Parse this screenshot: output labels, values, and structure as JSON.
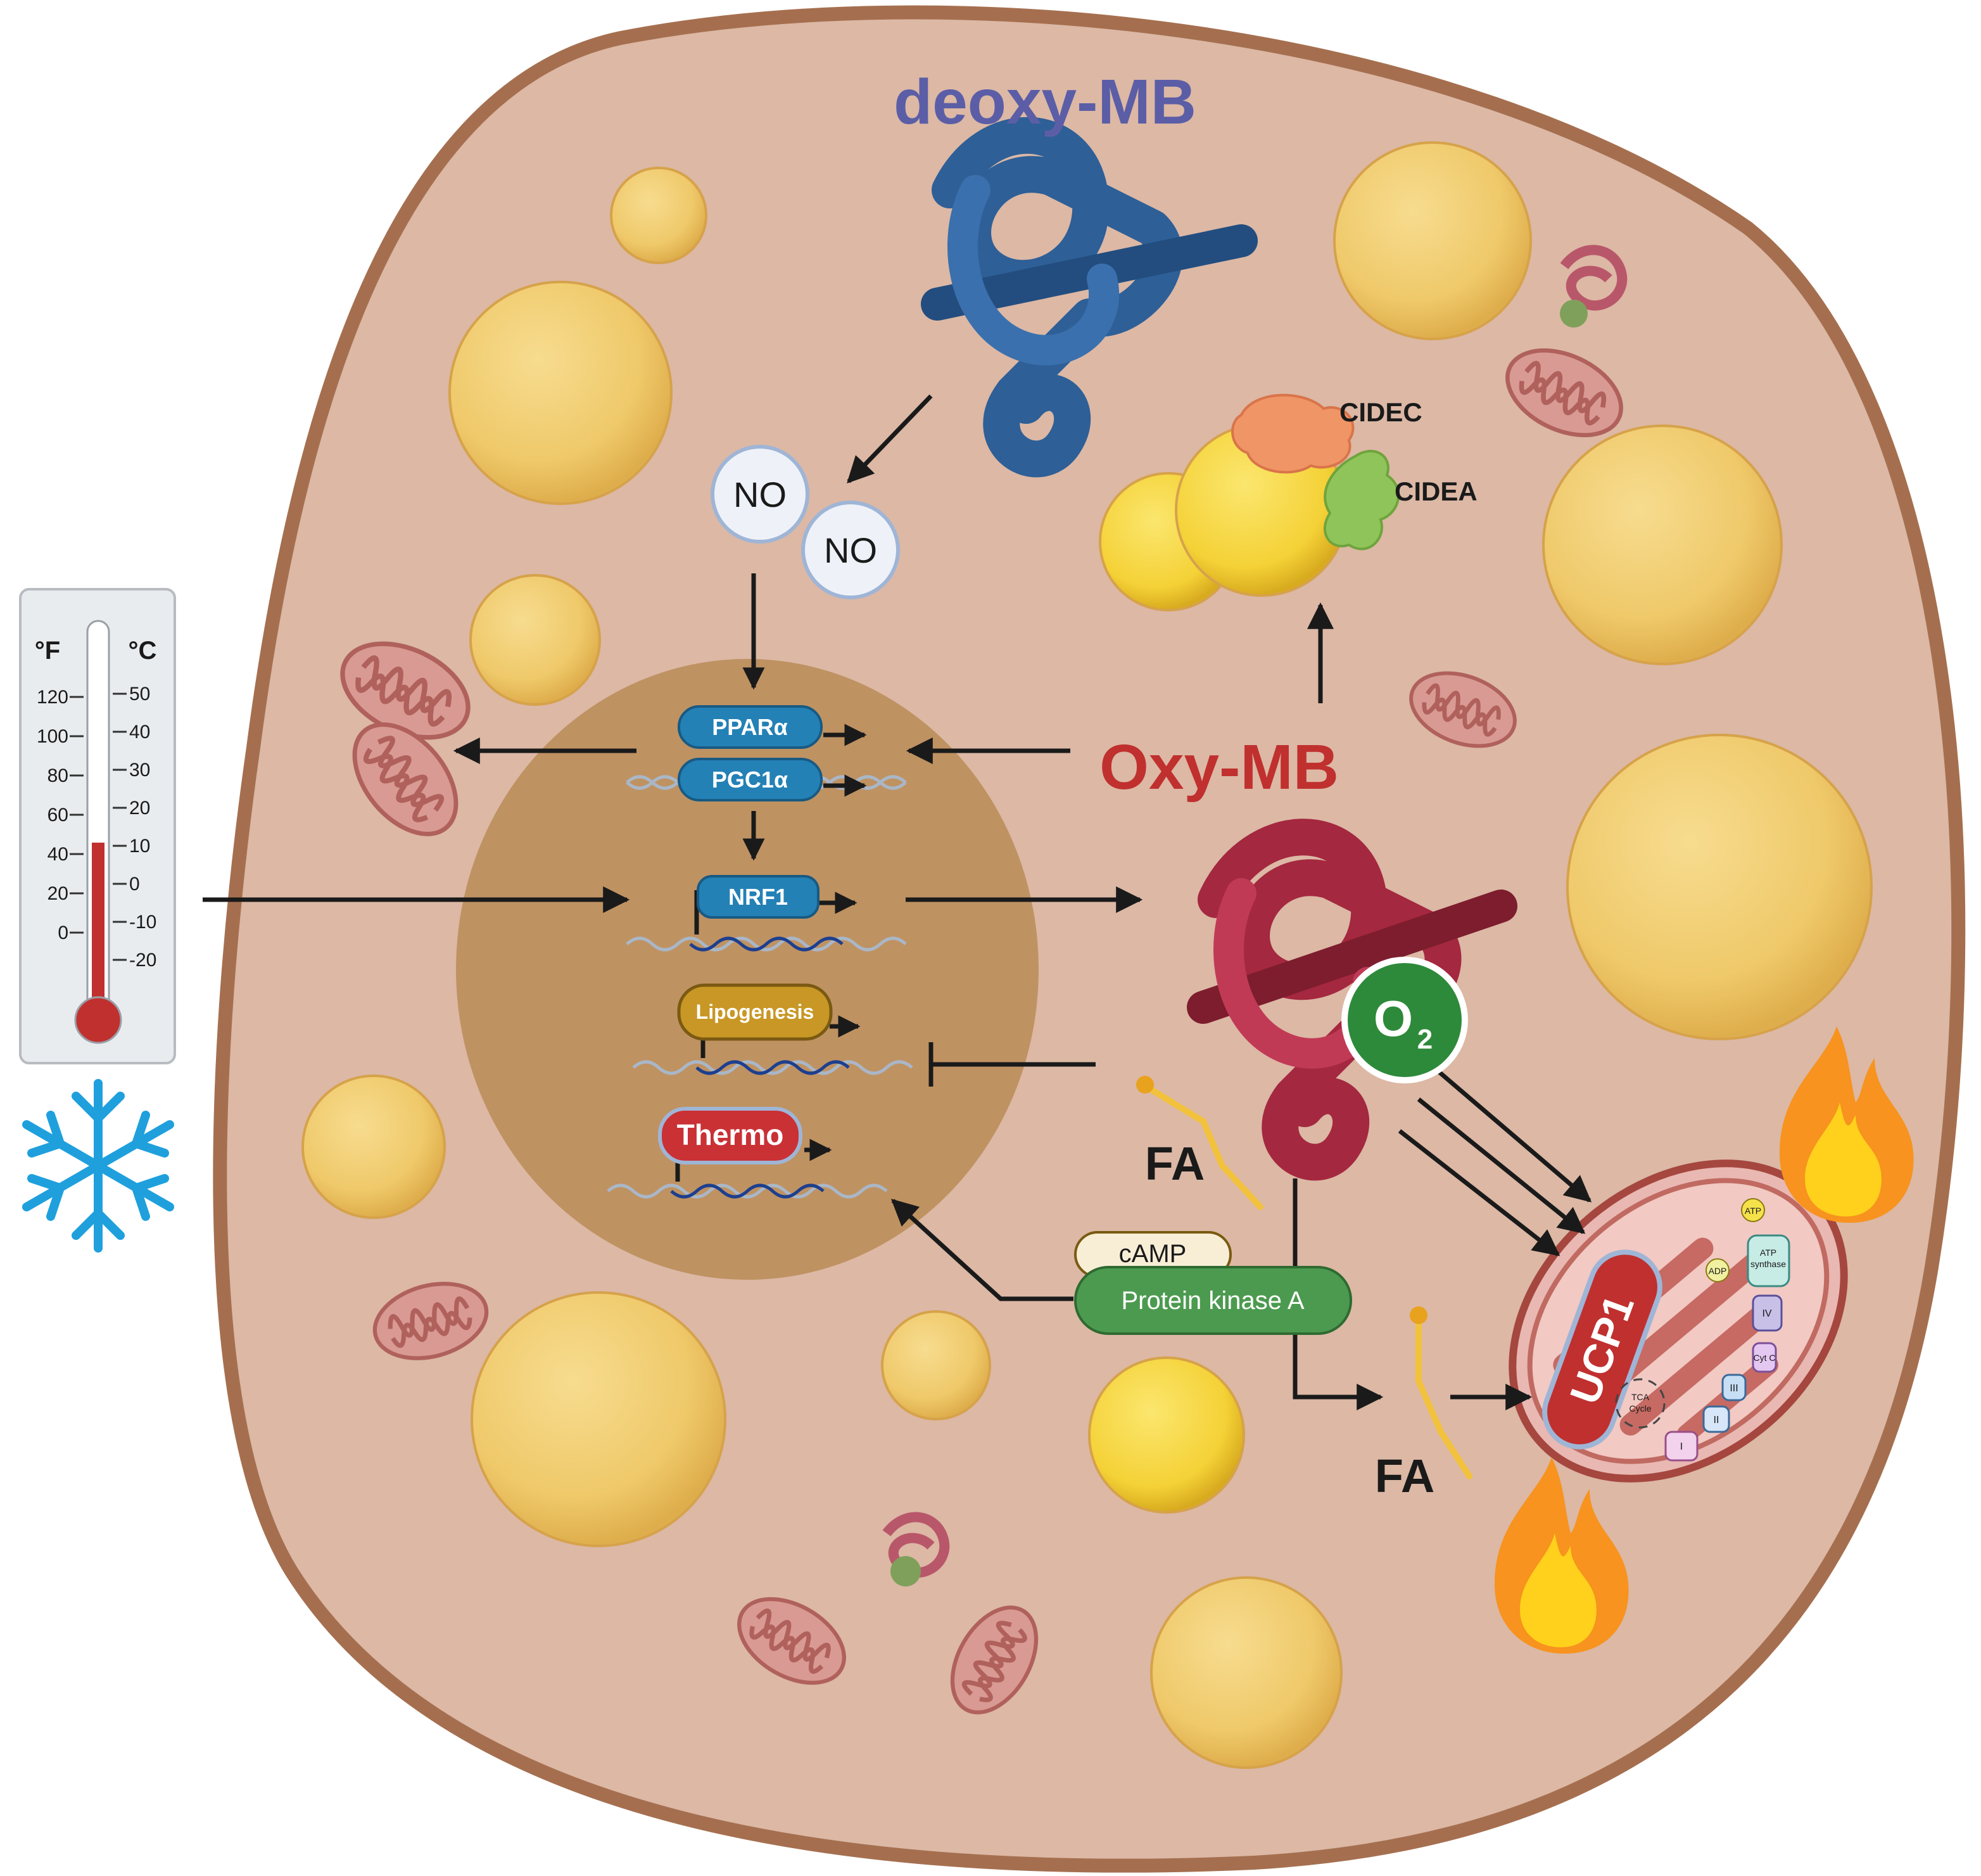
{
  "titles": {
    "deoxy": "deoxy-MB",
    "oxy": "Oxy-MB"
  },
  "molecules": {
    "no_1": "NO",
    "no_2": "NO",
    "o2_main": "O",
    "o2_sub": "2",
    "fa_1": "FA",
    "fa_2": "FA"
  },
  "droplet_proteins": {
    "cidec": "CIDEC",
    "cidea": "CIDEA"
  },
  "genes": {
    "ppara": "PPARα",
    "pgc1a": "PGC1α",
    "nrf1": "NRF1",
    "lipogenesis": "Lipogenesis",
    "thermo": "Thermo"
  },
  "signaling": {
    "camp": "cAMP",
    "pka": "Protein kinase A"
  },
  "mitochondrion": {
    "ucp1": "UCP1",
    "atp": "ATP",
    "adp": "ADP",
    "atp_synthase_1": "ATP",
    "atp_synthase_2": "synthase",
    "complex_1": "I",
    "complex_2": "II",
    "complex_3": "III",
    "complex_4": "IV",
    "cytc": "Cyt C",
    "tca_1": "TCA",
    "tca_2": "Cycle"
  },
  "thermometer": {
    "unit_f": "°F",
    "unit_c": "°C",
    "f_ticks": [
      "120",
      "100",
      "80",
      "60",
      "40",
      "20",
      "0"
    ],
    "c_ticks": [
      "50",
      "40",
      "30",
      "20",
      "10",
      "0",
      "-10",
      "-20"
    ]
  },
  "icons": [
    "snowflake-icon",
    "flame-icon",
    "thermometer-icon"
  ],
  "colors": {
    "deoxy": "#5b5ea6",
    "oxy": "#c0302f",
    "cell": "#dbb7a4",
    "nucleus": "#bf9262",
    "membrane": "#a56f4f"
  }
}
